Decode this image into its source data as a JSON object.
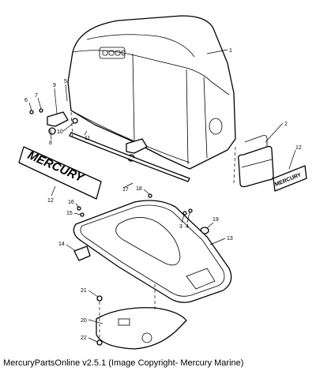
{
  "callouts": [
    "1",
    "2",
    "3",
    "4",
    "5",
    "6",
    "7",
    "8",
    "9",
    "10",
    "11",
    "12",
    "12",
    "13",
    "14",
    "15",
    "16",
    "17",
    "18",
    "19",
    "20",
    "21",
    "22"
  ],
  "decal_text": [
    "MERCURY",
    "MERCURY"
  ],
  "footer": "MercuryPartsOnline v2.5.1 (Image Copyright- Mercury Marine)"
}
